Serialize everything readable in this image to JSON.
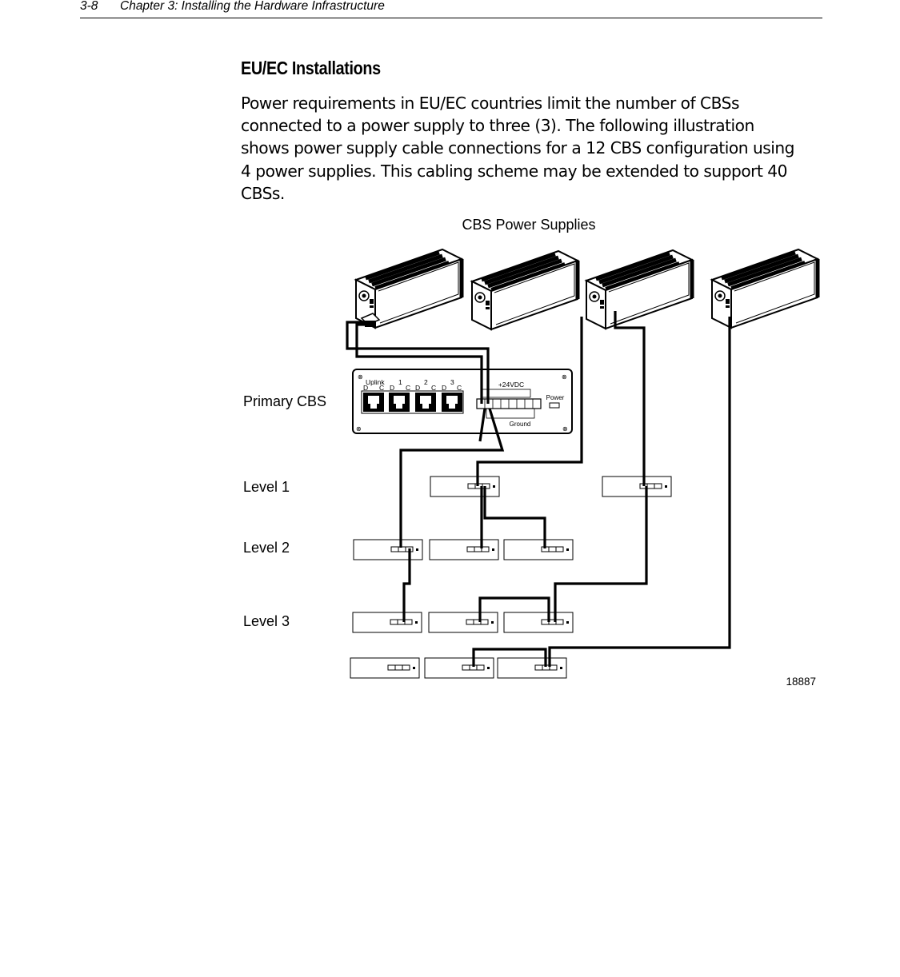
{
  "header": {
    "page_number": "3-8",
    "chapter_title": "Chapter 3: Installing the Hardware Infrastructure"
  },
  "section": {
    "heading": "EU/EC Installations",
    "body": "Power requirements in EU/EC countries limit the number of CBSs connected to a power supply to three (3). The following illustration shows power supply cable connections for a 12 CBS configuration using 4 power supplies. This cabling scheme may be extended to support 40 CBSs."
  },
  "figure": {
    "title": "CBS Power Supplies",
    "figure_number": "18887",
    "row_labels": {
      "primary": "Primary CBS",
      "level1": "Level 1",
      "level2": "Level 2",
      "level3": "Level 3"
    },
    "panel": {
      "uplink": "Uplink",
      "port_numbers": [
        "1",
        "2",
        "3"
      ],
      "port_letters": [
        "D",
        "C",
        "D",
        "C",
        "D",
        "C",
        "D",
        "C"
      ],
      "voltage": "+24VDC",
      "power": "Power",
      "ground": "Ground"
    }
  }
}
